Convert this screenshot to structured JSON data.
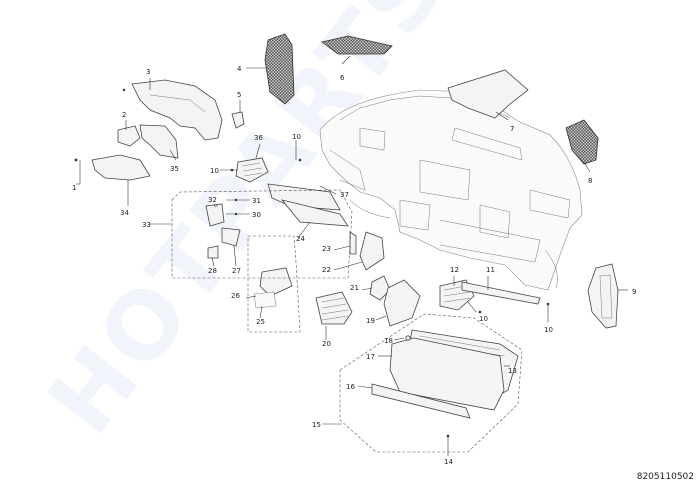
{
  "watermark": {
    "text": "HOTPARTS"
  },
  "document_code": "8205110502",
  "callouts": [
    "1",
    "2",
    "3",
    "4",
    "5",
    "6",
    "7",
    "8",
    "9",
    "10",
    "10",
    "10",
    "10",
    "11",
    "12",
    "13",
    "14",
    "15",
    "16",
    "17",
    "18",
    "19",
    "20",
    "21",
    "22",
    "23",
    "24",
    "25",
    "26",
    "27",
    "28",
    "30",
    "31",
    "32",
    "33",
    "34",
    "35",
    "36",
    "37"
  ]
}
